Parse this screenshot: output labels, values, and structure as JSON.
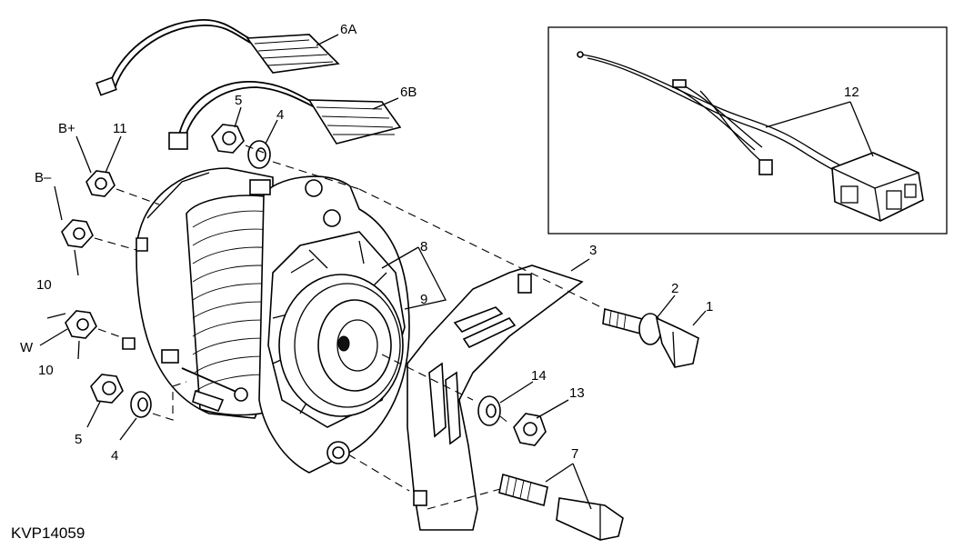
{
  "figure_id": "KVP14059",
  "labels": {
    "l1": "1",
    "l2": "2",
    "l3": "3",
    "l4a": "4",
    "l4b": "4",
    "l5a": "5",
    "l5b": "5",
    "l6a": "6A",
    "l6b": "6B",
    "l7": "7",
    "l8": "8",
    "l9": "9",
    "l10a": "10",
    "l10b": "10",
    "l11": "11",
    "l12": "12",
    "l13": "13",
    "l14": "14",
    "bplus": "B+",
    "bminus": "B–",
    "w": "W"
  }
}
